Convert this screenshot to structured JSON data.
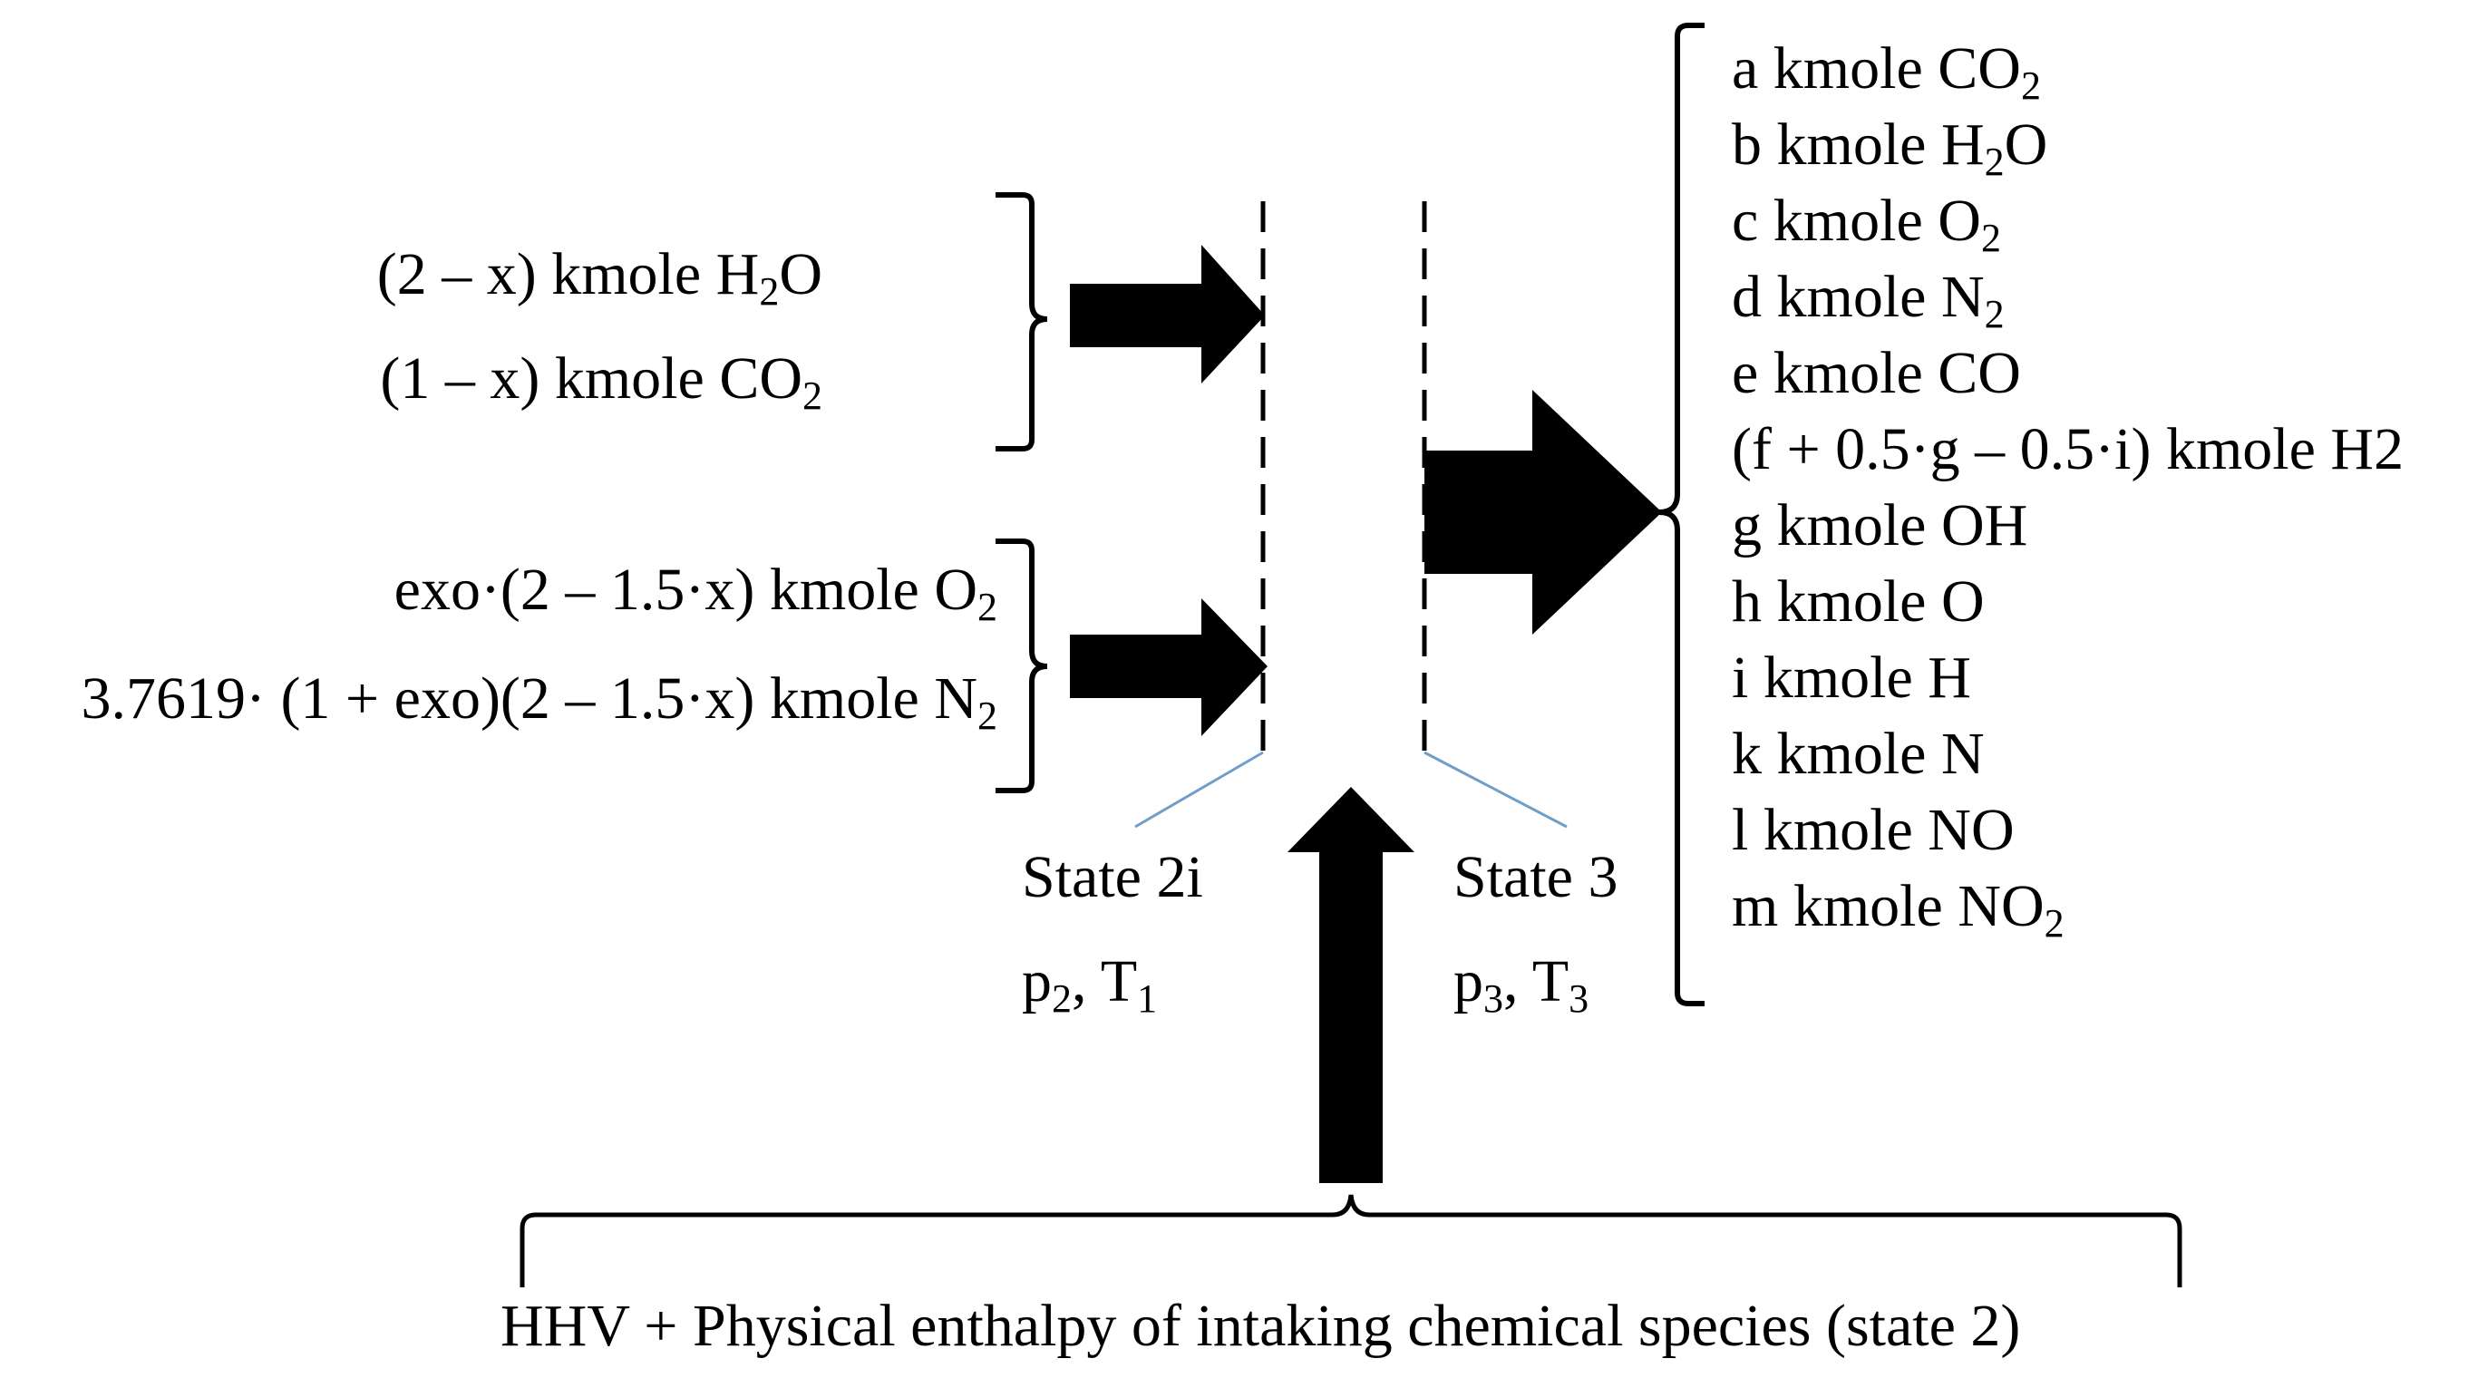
{
  "inputs_top": [
    {
      "pre": "(2 – x) kmole H",
      "sub": "2",
      "post": "O"
    },
    {
      "pre": "(1 – x) kmole CO",
      "sub": "2",
      "post": ""
    }
  ],
  "inputs_bottom": [
    {
      "pre": "exo·(2 – 1.5·x) kmole O",
      "sub": "2",
      "post": ""
    },
    {
      "pre": "3.7619· (1 + exo)(2 – 1.5·x) kmole N",
      "sub": "2",
      "post": ""
    }
  ],
  "state_2i": {
    "name": "State 2i",
    "p": "p",
    "p_sub": "2",
    "sep": ", ",
    "t": "T",
    "t_sub": "1"
  },
  "state_3": {
    "name": "State 3",
    "p": "p",
    "p_sub": "3",
    "sep": ", ",
    "t": "T",
    "t_sub": "3"
  },
  "products": [
    {
      "pre": "a kmole CO",
      "sub": "2",
      "post": ""
    },
    {
      "pre": "b kmole H",
      "sub": "2",
      "post": "O"
    },
    {
      "pre": "c kmole O",
      "sub": "2",
      "post": ""
    },
    {
      "pre": "d kmole N",
      "sub": "2",
      "post": ""
    },
    {
      "pre": "e kmole CO",
      "sub": "",
      "post": ""
    },
    {
      "pre": "(f + 0.5·g – 0.5·i) kmole H2",
      "sub": "",
      "post": ""
    },
    {
      "pre": "g kmole OH",
      "sub": "",
      "post": ""
    },
    {
      "pre": "h kmole O",
      "sub": "",
      "post": ""
    },
    {
      "pre": "i kmole H",
      "sub": "",
      "post": ""
    },
    {
      "pre": "k kmole N",
      "sub": "",
      "post": ""
    },
    {
      "pre": "l kmole NO",
      "sub": "",
      "post": ""
    },
    {
      "pre": "m kmole NO",
      "sub": "2",
      "post": ""
    }
  ],
  "heat_input": "HHV + Physical enthalpy of intaking chemical species (state 2)",
  "colors": {
    "ink": "#000000",
    "leader": "#6f9fc8"
  }
}
